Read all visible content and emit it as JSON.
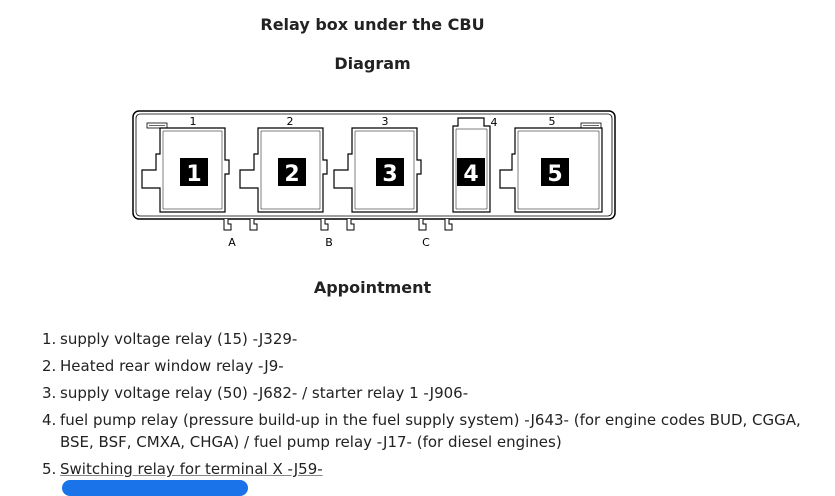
{
  "page": {
    "title": "Relay box under the CBU",
    "diagram_heading": "Diagram",
    "appointment_heading": "Appointment"
  },
  "diagram": {
    "slot_numbers": [
      "1",
      "2",
      "3",
      "4",
      "5"
    ],
    "relay_labels": [
      "1",
      "2",
      "3",
      "4",
      "5"
    ],
    "connector_labels": [
      "A",
      "B",
      "C"
    ]
  },
  "legend": [
    {
      "num": "1.",
      "text": "supply voltage relay (15) -J329-"
    },
    {
      "num": "2.",
      "text": "Heated rear window relay -J9-"
    },
    {
      "num": "3.",
      "text": "supply voltage relay (50) -J682- / starter relay 1 -J906-"
    },
    {
      "num": "4.",
      "text": "fuel pump relay (pressure build-up in the fuel supply system) -J643- (for engine codes BUD, CGGA, BSE, BSF, CMXA, CHGA) / fuel pump relay -J17- (for diesel engines)"
    },
    {
      "num": "5.",
      "text": "Switching relay for terminal X -J59-"
    }
  ],
  "colors": {
    "accent": "#1a73e8",
    "ink": "#000000"
  }
}
